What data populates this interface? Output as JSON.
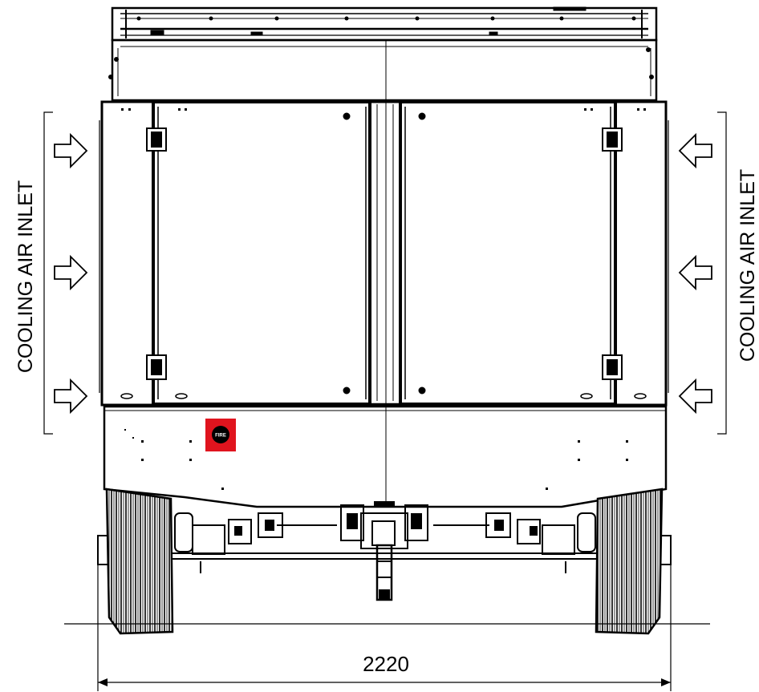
{
  "labels": {
    "left_inlet": "COOLING AIR INLET",
    "right_inlet": "COOLING AIR INLET",
    "width_dimension": "2220",
    "fire_badge": "FIRE"
  },
  "colors": {
    "line": "#000000",
    "background": "#ffffff",
    "fire_badge": "#e0141e"
  },
  "icons": [
    "arrow-right-icon",
    "arrow-left-icon",
    "fire-badge-icon"
  ]
}
